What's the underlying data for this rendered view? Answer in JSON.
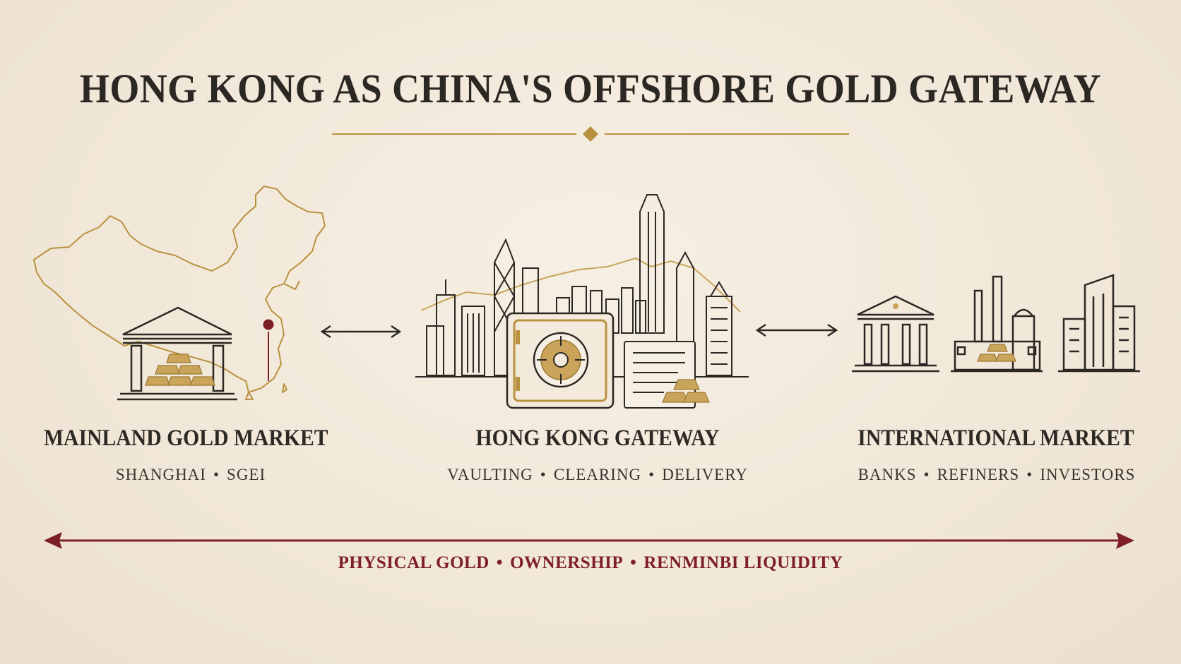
{
  "title": "HONG KONG AS CHINA'S OFFSHORE GOLD GATEWAY",
  "colors": {
    "gold": "#b8923f",
    "gold_fill": "#c9a45a",
    "ink": "#2b2723",
    "maroon": "#7e1f27",
    "background": "#f3eadc"
  },
  "columns": [
    {
      "title": "MAINLAND GOLD MARKET",
      "sub": [
        "SHANGHAI",
        "SGEI"
      ],
      "icon": "china-map-icon"
    },
    {
      "title": "HONG KONG GATEWAY",
      "sub": [
        "VAULTING",
        "CLEARING",
        "DELIVERY"
      ],
      "icon": "hong-kong-skyline-icon"
    },
    {
      "title": "INTERNATIONAL MARKET",
      "sub": [
        "BANKS",
        "REFINERS",
        "INVESTORS"
      ],
      "icon": "bank-refinery-office-icon"
    }
  ],
  "flow": [
    "PHYSICAL GOLD",
    "OWNERSHIP",
    "RENMINBI LIQUIDITY"
  ]
}
